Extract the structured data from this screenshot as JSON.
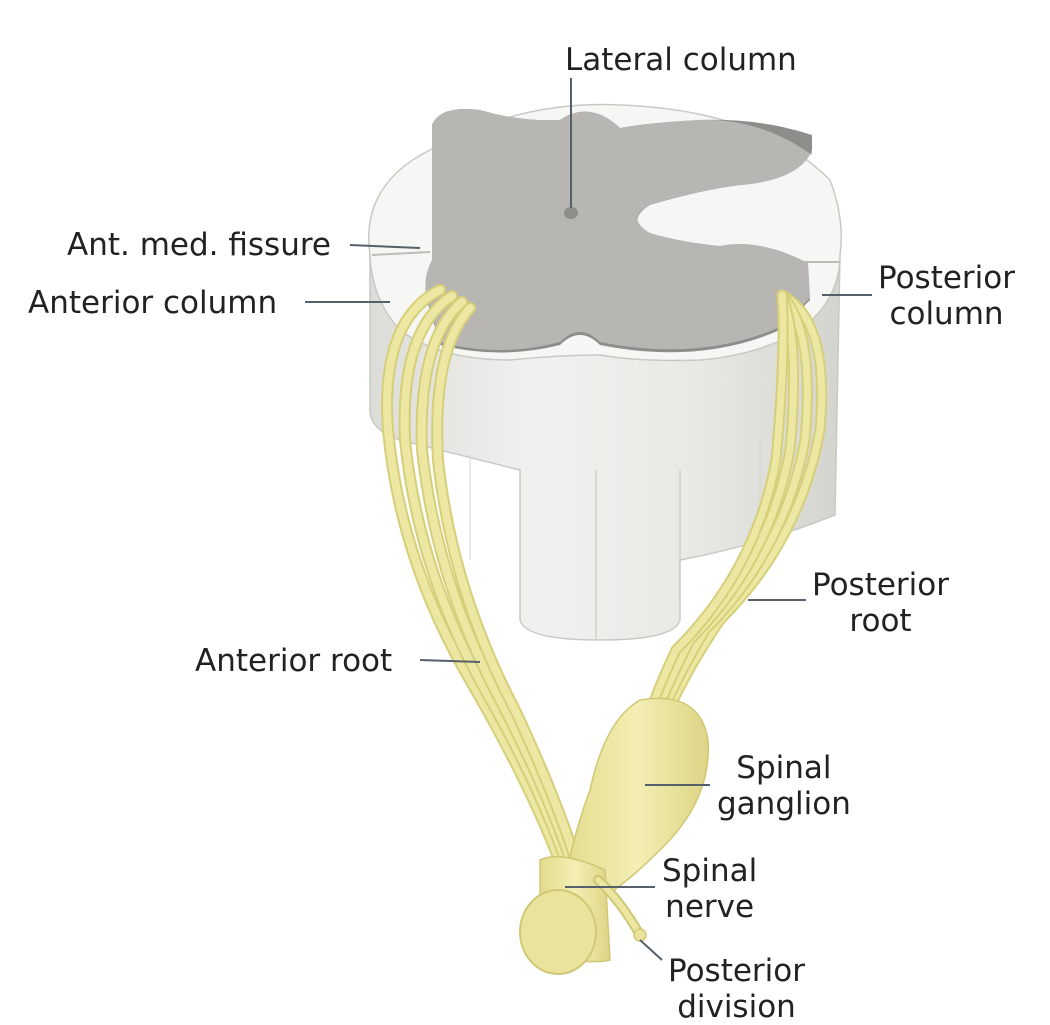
{
  "colors": {
    "white_matter": "#f1f1ef",
    "white_matter_side": "#dcdcd8",
    "gray_matter": "#b8b6b2",
    "gray_matter_side": "#8f8d89",
    "nerve": "#ece7a2",
    "nerve_dark": "#d6cf7a",
    "leader": "#55606a",
    "label": "#222222"
  },
  "labels": {
    "lateral_column": "Lateral column",
    "ant_med_fissure": "Ant. med. fissure",
    "anterior_column": "Anterior column",
    "posterior_column": {
      "line1": "Posterior",
      "line2": "column"
    },
    "posterior_root": {
      "line1": "Posterior",
      "line2": "root"
    },
    "anterior_root": "Anterior root",
    "spinal_ganglion": {
      "line1": "Spinal",
      "line2": "ganglion"
    },
    "spinal_nerve": {
      "line1": "Spinal",
      "line2": "nerve"
    },
    "posterior_division": {
      "line1": "Posterior",
      "line2": "division"
    }
  }
}
